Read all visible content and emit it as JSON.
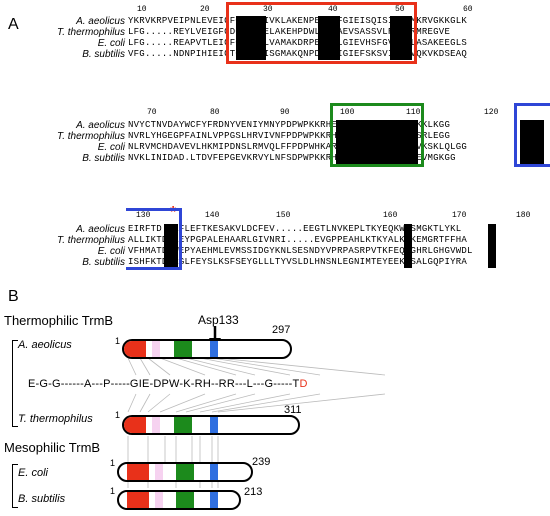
{
  "panel_a": {
    "letter": "A",
    "species": [
      "A. aeolicus",
      "T. thermophilus",
      "E. coli",
      "B. subtilis"
    ],
    "blocks": [
      {
        "ruler": [
          "10",
          "20",
          "30",
          "40",
          "50",
          "60"
        ],
        "rows": [
          "YKRVKRPVEIPNLEVEIGFGRGDFIVKLAKENPEKNFFGIEISQISIEKLMKRVGKKGLK",
          "LFG.....REYLVEIGFGDGRFTAELAKEHPDWLVLGAEVSASSVLRAYRRMREGVE",
          "LFG.....REAPVTLEIGFGMGASLVAMAKDRPEQDFLGIEVHSFGVGACLASAKEEGLS",
          "VFG.....NDNPIHIEIGTGKGQFISGMAKQNPDINYIGIEFSKSVIVTAVQKVKDSEAQ"
        ]
      },
      {
        "ruler": [
          "70",
          "80",
          "90",
          "100",
          "110",
          "120"
        ],
        "rows": [
          "NVYCTNVDAYWCFYFRDNYVENIYMNYPDPWPKKRHEKRRLTKPERLYMFAKKLKGG",
          "NVRLYHGEGPFAINLVPPGSLHRVIVNFPDPWPKKRHEKRRLLQEAFFRRLSRLEGG",
          "NLRVMCHDAVEVLHKMIPDNSLRMVQLFFPDPWHKARHNKRRIVQVPFAELVKSKLQLGG",
          "NVKLINIDAD.LTDVFEPGEVKRVYLNFSDPWPKKRHEKRRLTYHFLKKYEEVMGKGG"
        ]
      },
      {
        "ruler": [
          "130",
          "140",
          "150",
          "160",
          "170",
          "180"
        ],
        "rows": [
          "EIRFTD.YEFLEFTKESAKVLDCFEV.....EEGTLNVKEPLTKYEQKWLSMGKTLYKL",
          "ALLIKTD.EEYPGPALEHAARLGIVNRI.....EVGPPEAHLKTKYALKWKEMGRTFFHA",
          "VFHMATD.WEPYAEHMLEVMSSIDGYKNLSESNDYVPRPASRPVTKFEQRGHRLGHGVWDL",
          "ISHFKTD.RGLFEYSLKSFSEYGLLLTYVSLDLHNSNLEGNIMTEYEEKFSALGQPIYRA"
        ],
        "asterisk": "*"
      }
    ]
  },
  "panel_b": {
    "letter": "B",
    "thermophilic_title": "Thermophilic TrmB",
    "mesophilic_title": "Mesophilic TrmB",
    "arrow_label": "Asp133",
    "consensus": "E-G-G------A---P-----GIE-DPW-K-RH--RR---L---G-----T",
    "consensus_tail": "D",
    "proteins": [
      {
        "name": "A. aeolicus",
        "start": "1",
        "end": "297"
      },
      {
        "name": "T. thermophilus",
        "start": "1",
        "end": "311"
      },
      {
        "name": "E. coli",
        "start": "1",
        "end": "239"
      },
      {
        "name": "B. subtilis",
        "start": "1",
        "end": "213"
      }
    ],
    "colors": {
      "motif1": "#e8311a",
      "motif2": "#1c8a1c",
      "motif3": "#2f6fe0",
      "faint": "#f6d2f0"
    }
  }
}
